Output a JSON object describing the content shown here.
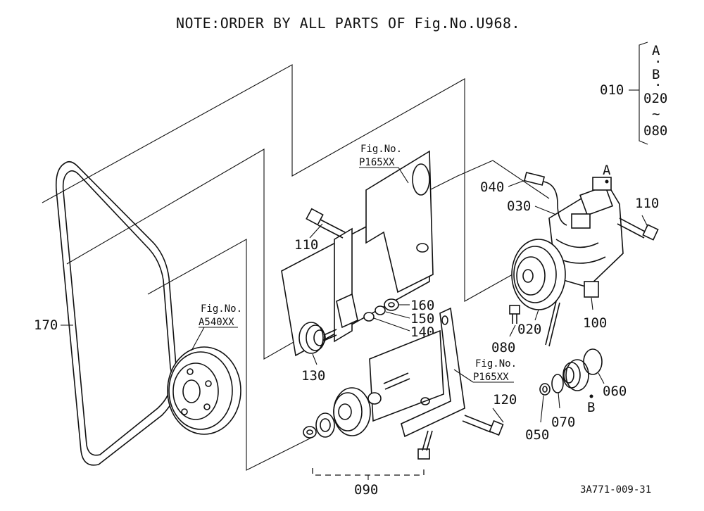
{
  "header": {
    "note": "NOTE:ORDER BY ALL PARTS OF Fig.No.U968."
  },
  "footer": {
    "drawing_code": "3A771-009-31"
  },
  "refs": {
    "p165_top": {
      "title": "Fig.No.",
      "code": "P165XX"
    },
    "p165_mid": {
      "title": "Fig.No.",
      "code": "P165XX"
    },
    "a540": {
      "title": "Fig.No.",
      "code": "A540XX"
    }
  },
  "bracket_group": {
    "parent": "010",
    "items": [
      "A",
      "·",
      "B",
      "·",
      "020",
      "~",
      "080"
    ]
  },
  "callouts": {
    "c040": "040",
    "c030": "030",
    "cA": "A",
    "c110r": "110",
    "c110l": "110",
    "c160": "160",
    "c150": "150",
    "c140": "140",
    "c130": "130",
    "c170": "170",
    "c020": "020",
    "c080": "080",
    "c100": "100",
    "c060": "060",
    "c070": "070",
    "cB": "B",
    "c050": "050",
    "c120": "120",
    "c090": "090"
  }
}
